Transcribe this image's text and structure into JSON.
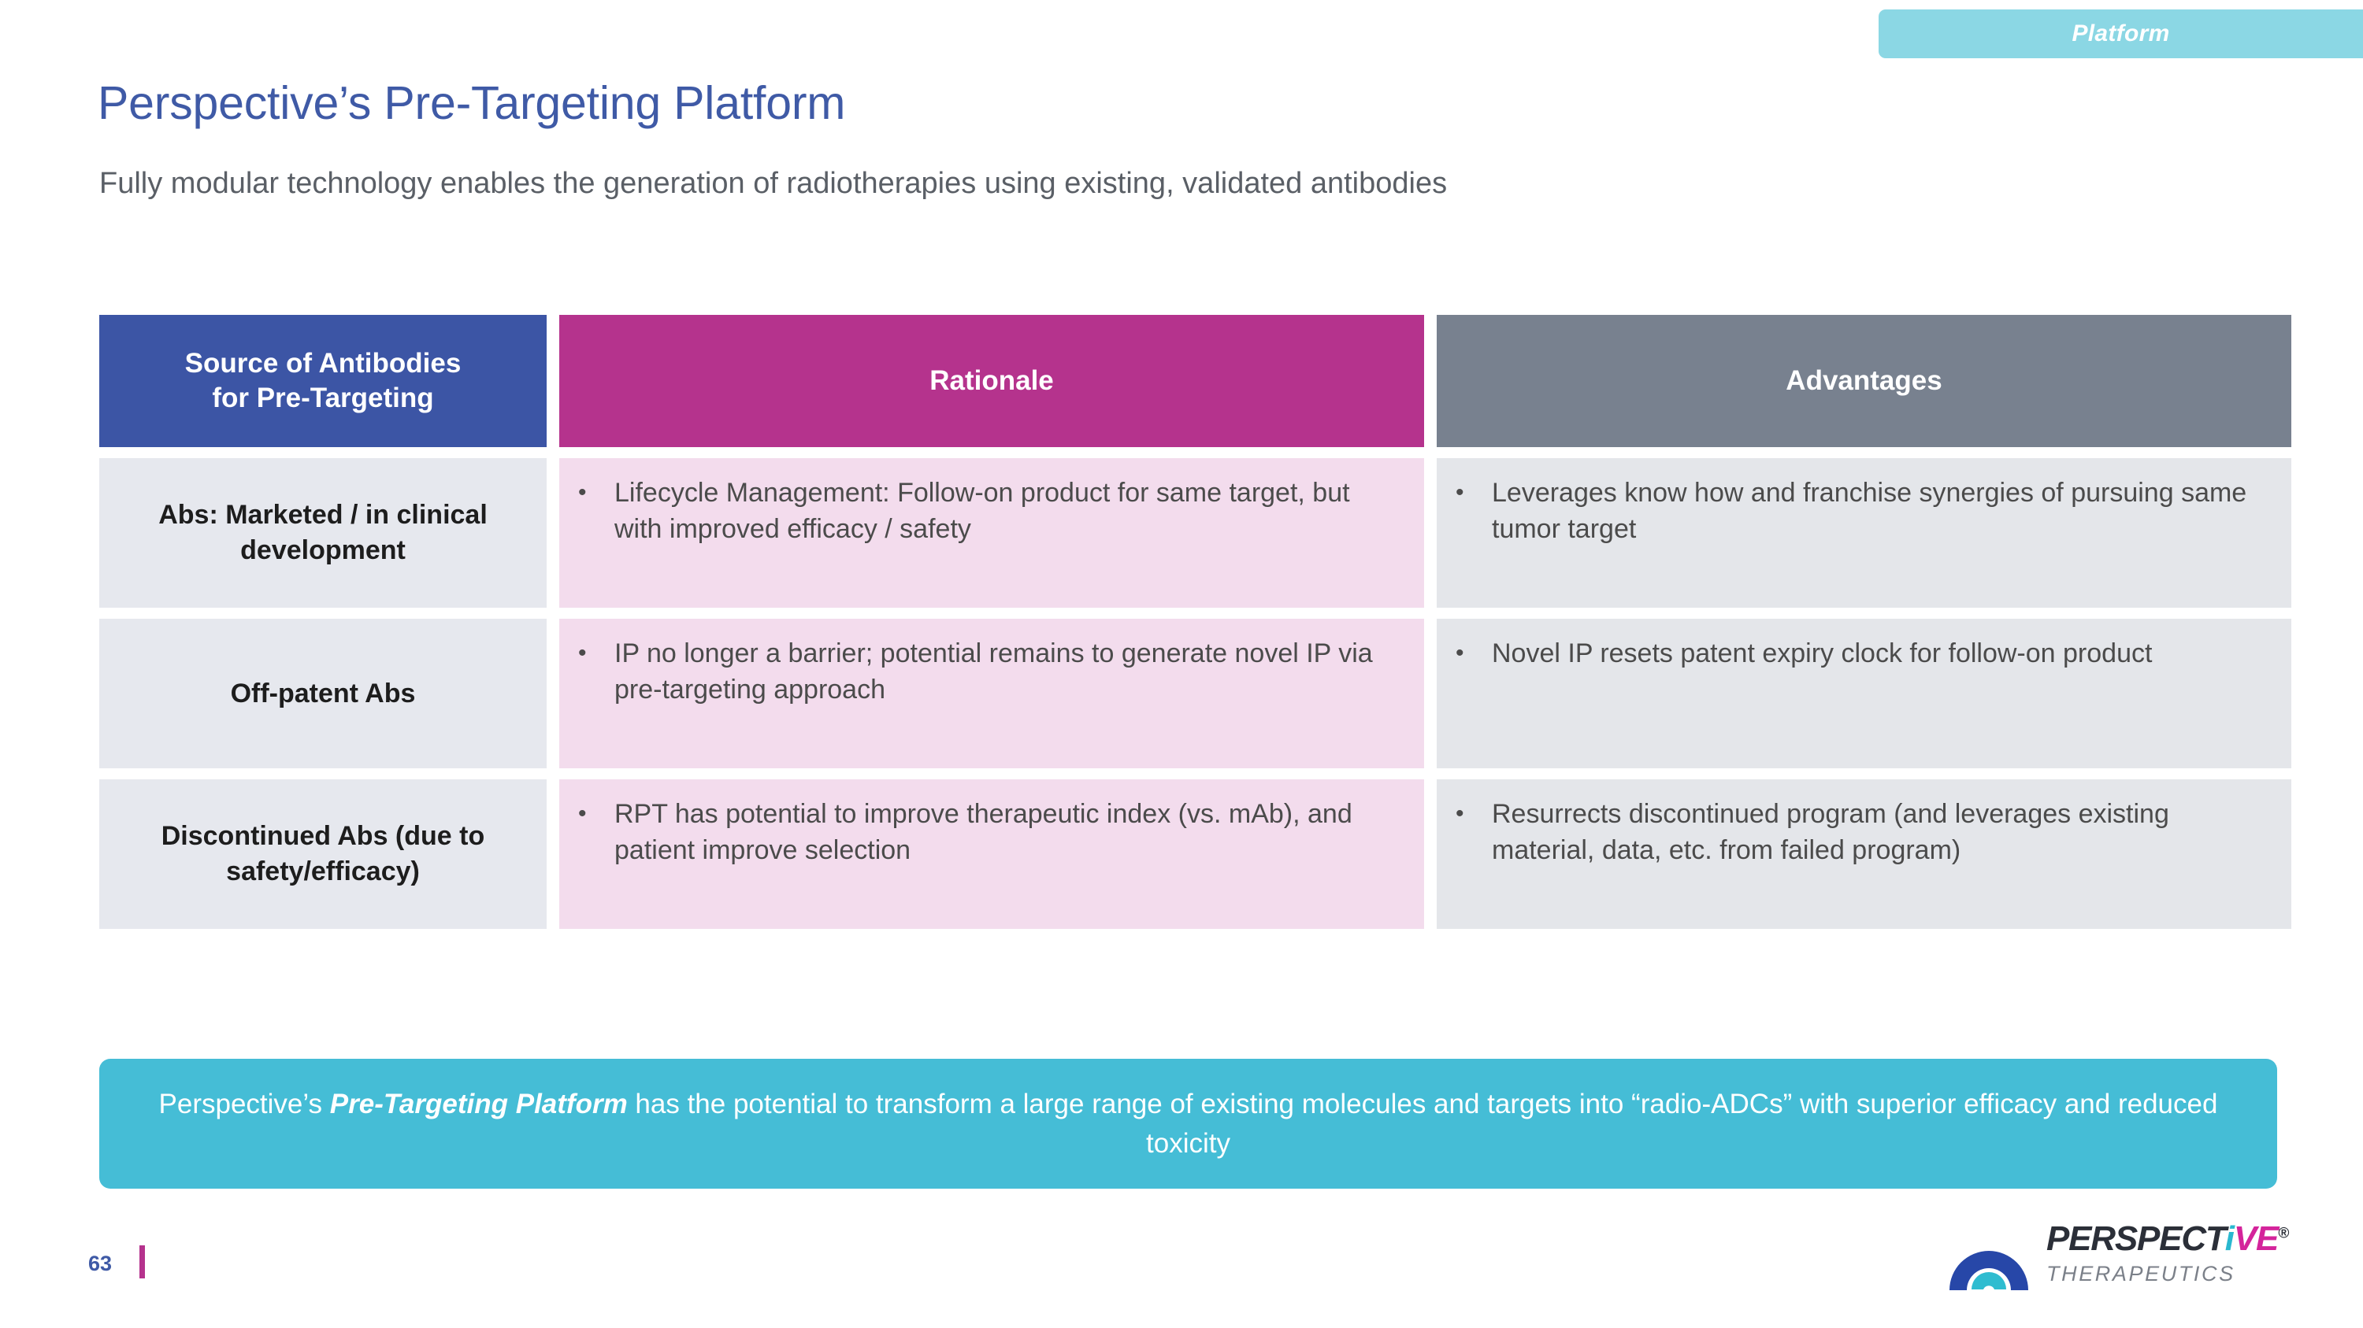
{
  "badge": {
    "label": "Platform"
  },
  "header": {
    "title": "Perspective’s Pre-Targeting Platform",
    "subtitle": "Fully modular technology enables the generation of radiotherapies using existing, validated antibodies"
  },
  "table": {
    "columns": [
      {
        "id": "source",
        "header": "Source of Antibodies for Pre-Targeting",
        "header_line1": "Source of Antibodies",
        "header_line2": "for Pre-Targeting",
        "header_color": "#3c55a5"
      },
      {
        "id": "rationale",
        "header": "Rationale",
        "header_color": "#b5338d"
      },
      {
        "id": "advantages",
        "header": "Advantages",
        "header_color": "#78818f"
      }
    ],
    "rows": [
      {
        "source": "Abs: Marketed / in clinical development",
        "rationale": "Lifecycle Management: Follow-on product for same target, but with improved efficacy / safety",
        "advantages": "Leverages know how and franchise synergies of pursuing same tumor target"
      },
      {
        "source": "Off-patent Abs",
        "rationale": "IP no longer a barrier; potential remains to generate novel IP via pre-targeting approach",
        "advantages": "Novel IP resets patent expiry clock for follow-on product"
      },
      {
        "source": "Discontinued Abs (due to safety/efficacy)",
        "rationale": "RPT has potential to improve therapeutic index (vs. mAb), and patient improve selection",
        "advantages": "Resurrects discontinued program (and leverages existing material, data, etc. from failed program)"
      }
    ]
  },
  "callout": {
    "prefix": "Perspective’s ",
    "emphasis": "Pre-Targeting Platform",
    "suffix": " has the potential to transform a large range of existing molecules and targets into “radio-ADCs” with superior efficacy and reduced toxicity"
  },
  "footer": {
    "page_number": "63",
    "logo_word_main": "PERSPECT",
    "logo_word_i": "i",
    "logo_word_ve": "VE",
    "logo_registered": "®",
    "logo_subtitle": "THERAPEUTICS"
  },
  "colors": {
    "title": "#3f5aa6",
    "badge_bg": "#8bd7e4",
    "callout_bg": "#45bdd6",
    "header_source": "#3c55a5",
    "header_rationale": "#b5338d",
    "header_advantages": "#78818f",
    "cell_gray": "#e6e8ee",
    "cell_pink": "#f3dced",
    "accent_magenta": "#b5338d"
  }
}
